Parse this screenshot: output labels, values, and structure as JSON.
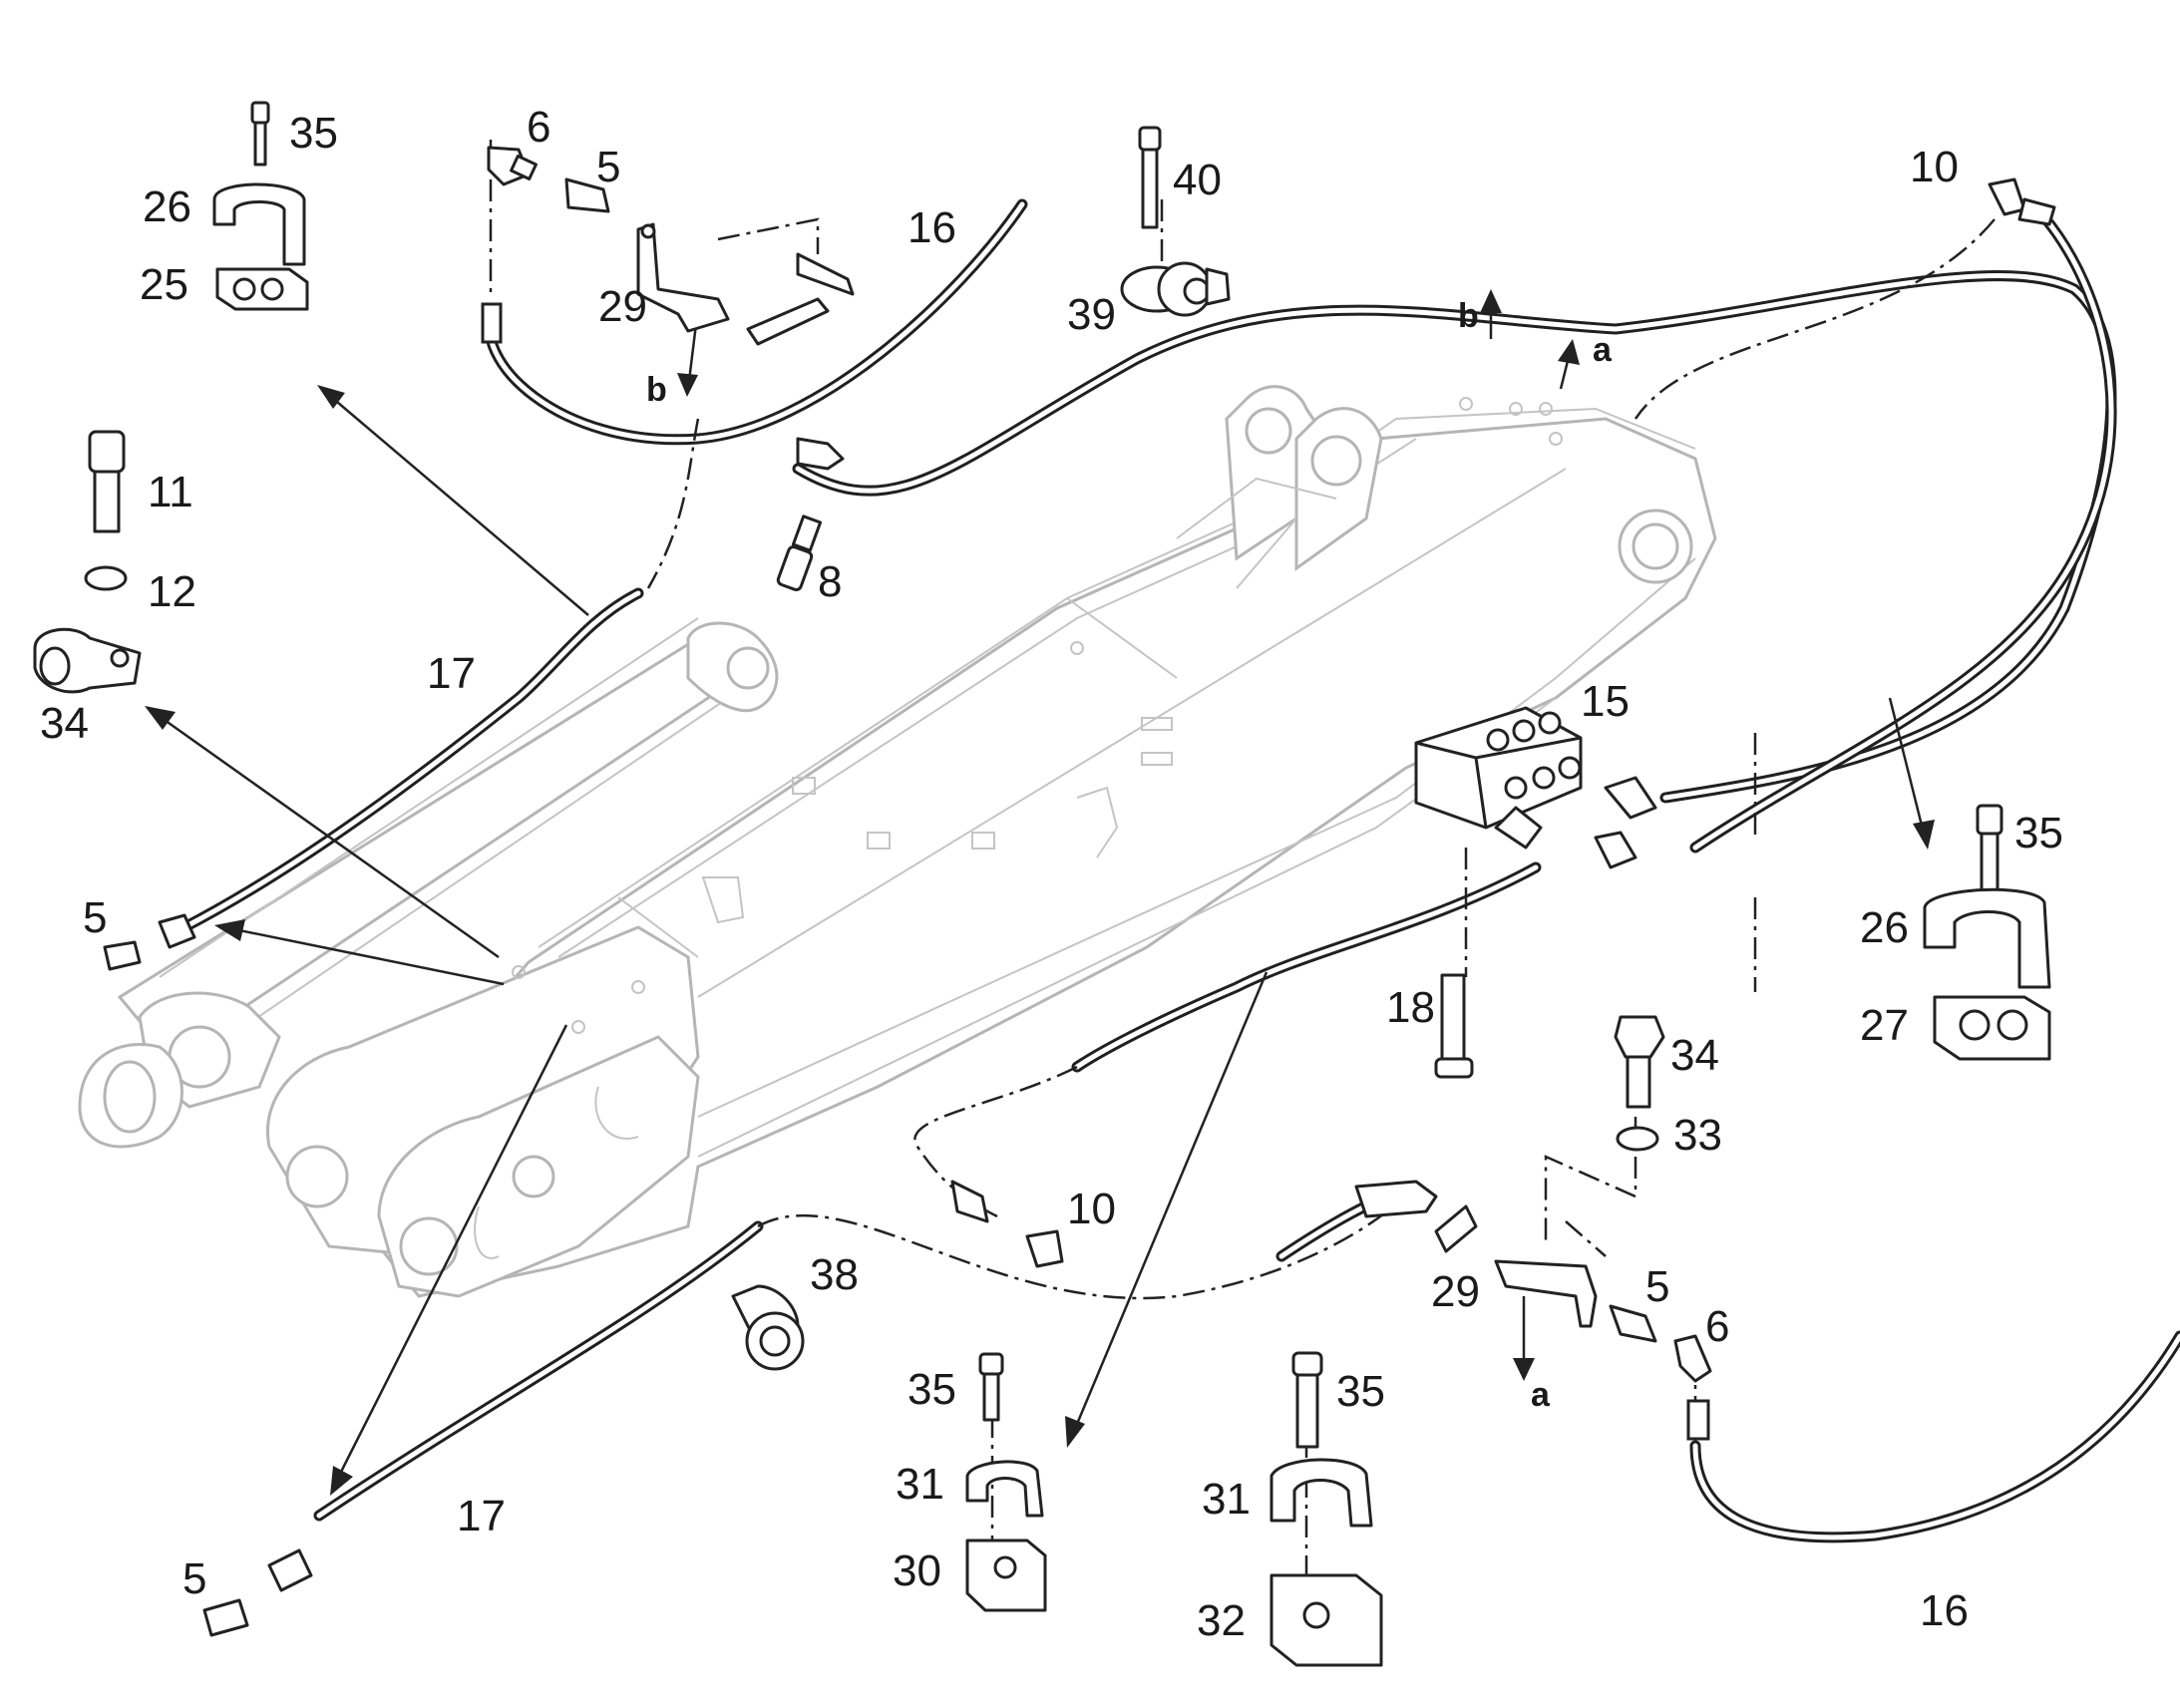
{
  "labels": {
    "l35a": "35",
    "l26a": "26",
    "l25": "25",
    "l11": "11",
    "l12": "12",
    "l34a": "34",
    "l17a": "17",
    "l5a": "5",
    "l6a": "6",
    "l5b": "5",
    "l29a": "29",
    "l16a": "16",
    "l40": "40",
    "l39": "39",
    "l8": "8",
    "l10a": "10",
    "l15": "15",
    "l35b": "35",
    "l26b": "26",
    "l27": "27",
    "l18": "18",
    "l34b": "34",
    "l33": "33",
    "l10b": "10",
    "l38": "38",
    "l29b": "29",
    "l5c": "5",
    "l6b": "6",
    "l35c": "35",
    "l31a": "31",
    "l30": "30",
    "l35d": "35",
    "l31b": "31",
    "l32": "32",
    "l17b": "17",
    "l5d": "5",
    "l16b": "16"
  },
  "letters": {
    "b1": "b",
    "b2": "b",
    "a1": "a",
    "a2": "a"
  }
}
